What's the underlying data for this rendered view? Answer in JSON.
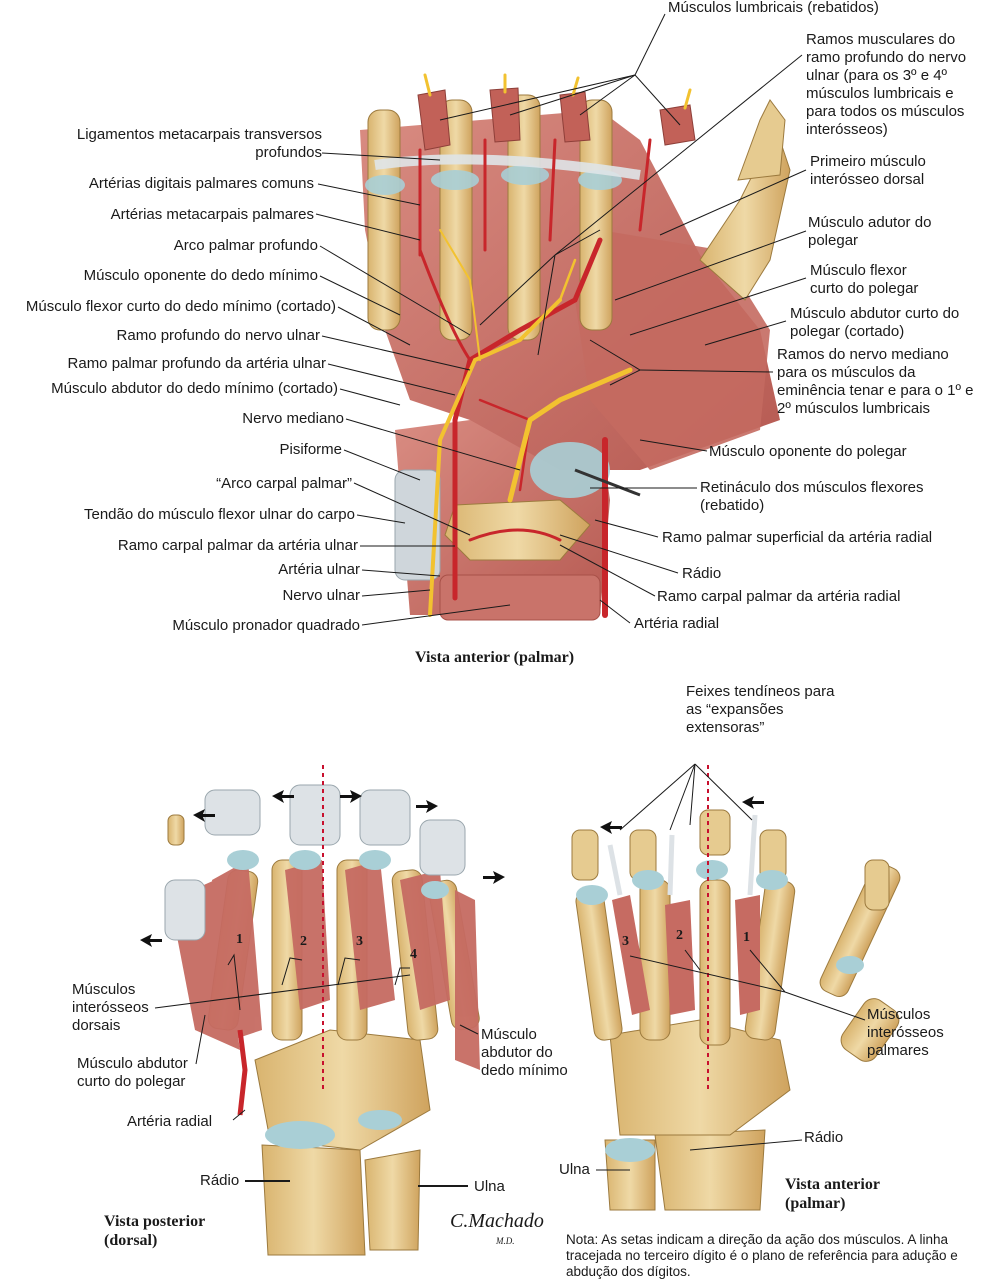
{
  "top": {
    "caption": "Vista anterior (palmar)",
    "labels_left": [
      "Ligamentos metacarpais transversos profundos",
      "Artérias digitais palmares comuns",
      "Artérias metacarpais palmares",
      "Arco palmar profundo",
      "Músculo oponente do dedo mínimo",
      "Músculo flexor curto do dedo mínimo (cortado)",
      "Ramo profundo do nervo ulnar",
      "Ramo palmar profundo da artéria ulnar",
      "Músculo abdutor do dedo mínimo (cortado)",
      "Nervo mediano",
      "Pisiforme",
      "“Arco carpal palmar”",
      "Tendão do músculo flexor ulnar do carpo",
      "Ramo carpal palmar da artéria ulnar",
      "Artéria ulnar",
      "Nervo ulnar",
      "Músculo pronador quadrado"
    ],
    "labels_right": [
      "Músculos lumbricais (rebatidos)",
      "Ramos musculares do ramo profundo do nervo ulnar (para os 3º e 4º músculos lumbricais e para todos os músculos interósseos)",
      "Primeiro músculo interósseo dorsal",
      "Músculo adutor do polegar",
      "Músculo flexor curto do polegar",
      "Músculo abdutor curto do polegar (cortado)",
      "Ramos do nervo mediano para os músculos da eminência tenar e para o 1º e 2º músculos lumbricais",
      "Músculo oponente do polegar",
      "Retináculo dos músculos flexores (rebatido)",
      "Ramo palmar superficial da artéria radial",
      "Rádio",
      "Ramo carpal palmar da artéria radial",
      "Artéria radial"
    ]
  },
  "bottom_left": {
    "caption": "Vista posterior (dorsal)",
    "numbers": [
      "1",
      "2",
      "3",
      "4"
    ],
    "labels": [
      "Músculos interósseos dorsais",
      "Músculo abdutor curto do polegar",
      "Artéria radial",
      "Músculo abdutor do dedo mínimo",
      "Rádio",
      "Ulna"
    ]
  },
  "bottom_right": {
    "caption": "Vista anterior (palmar)",
    "numbers": [
      "3",
      "2",
      "1"
    ],
    "labels": [
      "Feixes tendíneos para as “expansões extensoras”",
      "Músculos interósseos palmares",
      "Rádio",
      "Ulna"
    ]
  },
  "signature": {
    "name": "C.Machado",
    "suffix": "M.D."
  },
  "note": "Nota: As setas indicam a direção da ação dos músculos. A linha tracejada no terceiro dígito é o plano de referência para adução e abdução dos dígitos.",
  "colors": {
    "muscle": "#c9736a",
    "bone": "#e3c58a",
    "artery": "#c8262b",
    "nerve": "#f2c230",
    "cartilage": "#a9cfd6",
    "tendon": "#d9dde0",
    "reference_line": "#c8102e"
  }
}
